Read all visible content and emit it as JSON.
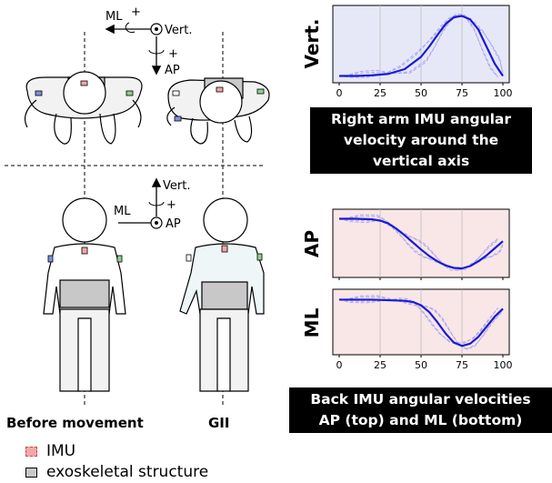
{
  "left_panel": {
    "top_view": {
      "axis_ml": "ML",
      "axis_vert": "Vert.",
      "axis_ap": "AP",
      "plus": "+"
    },
    "front_view": {
      "axis_vert": "Vert.",
      "axis_ml": "ML",
      "axis_ap": "AP",
      "plus": "+"
    },
    "label_before": "Before movement",
    "label_gii": "GII"
  },
  "legend": {
    "imu": "IMU",
    "exo": "exoskeletal structure"
  },
  "colors": {
    "curve": "#1a1ad6",
    "trials": "#aaaaee",
    "vert_bg": "#e6e8f7",
    "back_bg": "#f9e6e6",
    "imu_pink": "#f2a7a7",
    "imu_blue": "#7b93e0",
    "imu_green": "#8fd08f",
    "exo_gray": "#c8c8c8"
  },
  "captions": {
    "top": [
      "Right arm IMU angular",
      "velocity around the",
      "vertical axis"
    ],
    "bottom": [
      "Back IMU angular velocities",
      "AP (top) and ML (bottom)"
    ]
  },
  "chart_data": [
    {
      "type": "line",
      "ylabel": "Vert.",
      "xlim": [
        0,
        100
      ],
      "xticks": [
        "0",
        "25",
        "50",
        "75",
        "100"
      ],
      "grid": true,
      "series": [
        {
          "x": [
            0,
            10,
            20,
            30,
            40,
            50,
            55,
            60,
            65,
            70,
            75,
            80,
            85,
            90,
            95,
            100
          ],
          "values": [
            0.02,
            0.02,
            0.03,
            0.05,
            0.12,
            0.3,
            0.45,
            0.62,
            0.78,
            0.88,
            0.9,
            0.85,
            0.7,
            0.45,
            0.2,
            0.02
          ]
        }
      ]
    },
    {
      "type": "line",
      "ylabel": "AP",
      "xlim": [
        0,
        100
      ],
      "xticks": [
        "0",
        "25",
        "50",
        "75",
        "100"
      ],
      "grid": true,
      "series": [
        {
          "x": [
            0,
            10,
            20,
            25,
            30,
            35,
            40,
            45,
            50,
            55,
            60,
            65,
            70,
            75,
            80,
            85,
            90,
            95,
            100
          ],
          "values": [
            0.9,
            0.9,
            0.89,
            0.87,
            0.82,
            0.73,
            0.62,
            0.5,
            0.38,
            0.27,
            0.18,
            0.11,
            0.07,
            0.06,
            0.1,
            0.18,
            0.28,
            0.4,
            0.52
          ]
        }
      ]
    },
    {
      "type": "line",
      "ylabel": "ML",
      "xlim": [
        0,
        100
      ],
      "xticks": [
        "0",
        "25",
        "50",
        "75",
        "100"
      ],
      "grid": true,
      "series": [
        {
          "x": [
            0,
            10,
            20,
            30,
            40,
            45,
            50,
            55,
            60,
            65,
            70,
            75,
            80,
            85,
            90,
            95,
            100
          ],
          "values": [
            0.88,
            0.88,
            0.88,
            0.87,
            0.86,
            0.84,
            0.78,
            0.66,
            0.48,
            0.28,
            0.12,
            0.06,
            0.1,
            0.22,
            0.4,
            0.58,
            0.72
          ]
        }
      ]
    }
  ]
}
